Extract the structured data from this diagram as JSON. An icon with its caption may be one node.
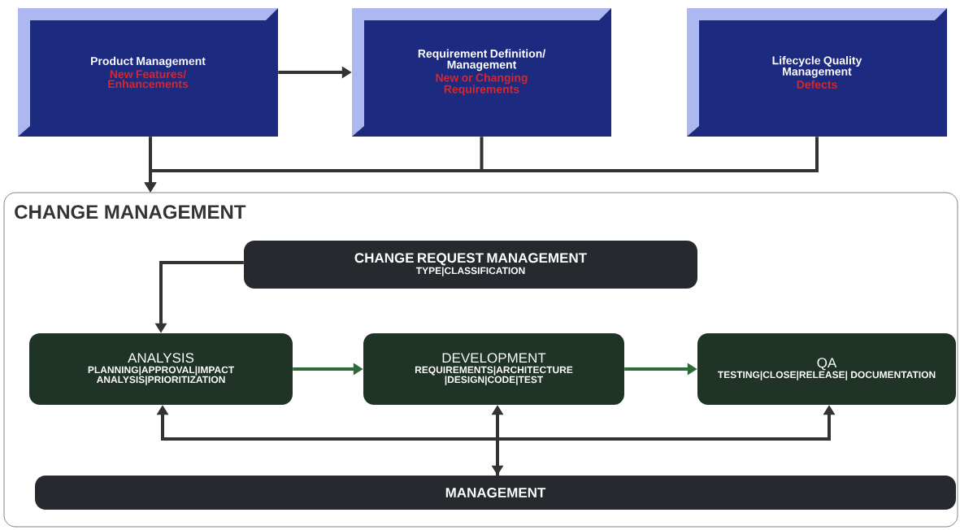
{
  "diagram": {
    "nodes": [
      {
        "text": [
          "Product Management",
          "New Features/ Enhancements"
        ]
      },
      {
        "text": [
          "Requirement Definition/ Management",
          "New or Changing Requirements"
        ]
      },
      {
        "text": [
          "Lifecycle Quality Management",
          "Defects"
        ]
      },
      {
        "text": [
          "CHANGE MANAGEMENT"
        ]
      },
      {
        "text": [
          "CHANGE REQUEST MANAGEMENT",
          "TYPE|CLASSIFICATION"
        ],
        "in": 3
      },
      {
        "text": [
          "ANALYSIS",
          "PLANNING|APPROVAL|IMPACT ANALYSIS|PRIORITIZATION"
        ],
        "in": 3
      },
      {
        "text": [
          "DEVELOPMENT",
          "REQUIREMENTS|ARCHITECTURE |DESIGN|CODE|TEST"
        ],
        "in": 3
      },
      {
        "text": [
          "QA",
          "TESTING|CLOSE|RELEASE| DOCUMENTATION"
        ],
        "in": 3
      },
      {
        "text": [
          "MANAGEMENT"
        ],
        "in": 3
      }
    ],
    "edges": [
      {
        "from": 0,
        "to": 1,
        "arrow": "to"
      },
      {
        "from": 0,
        "to": 3,
        "arrow": "to"
      },
      {
        "from": 1,
        "to": 3,
        "arrow": "to"
      },
      {
        "from": 2,
        "to": 3,
        "arrow": "to"
      },
      {
        "from": 4,
        "to": 5,
        "arrow": "to"
      },
      {
        "from": 5,
        "to": 6,
        "arrow": "to",
        "color": "#2e6b3a"
      },
      {
        "from": 6,
        "to": 7,
        "arrow": "to",
        "color": "#2e6b3a"
      },
      {
        "from": 8,
        "to": 6,
        "arrow": "both"
      },
      {
        "from": 8,
        "to": 5,
        "arrow": "to"
      },
      {
        "from": 8,
        "to": 7,
        "arrow": "to"
      }
    ]
  }
}
